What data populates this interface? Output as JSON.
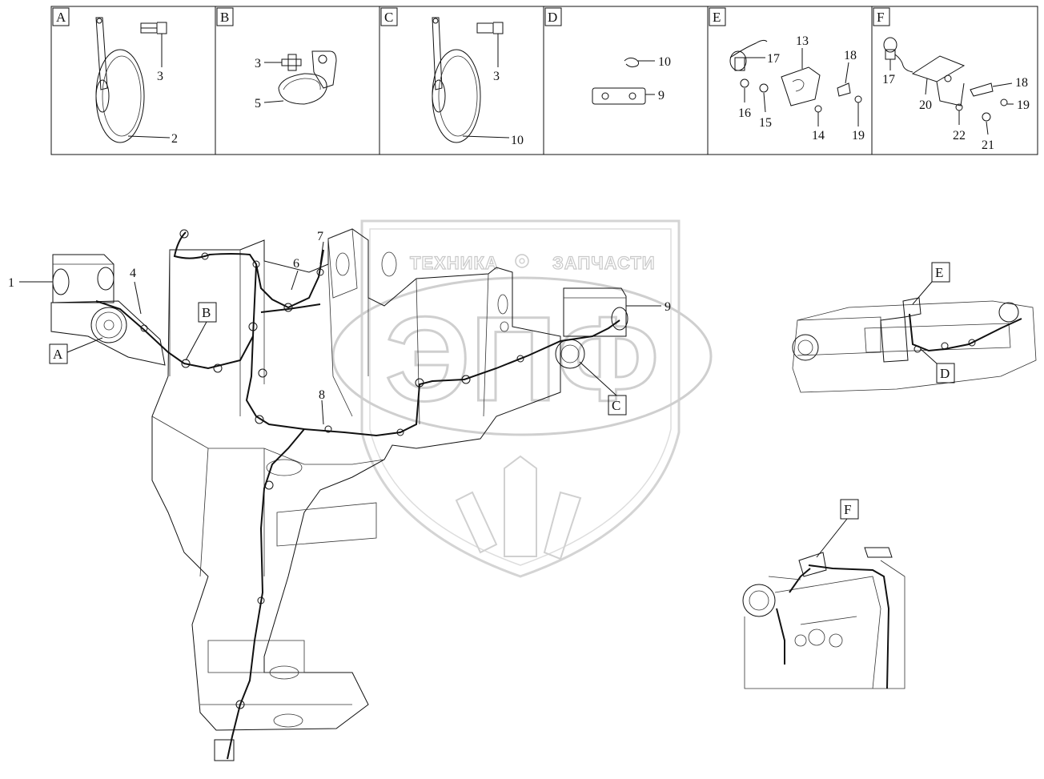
{
  "panels": [
    {
      "letter": "A",
      "callouts": [
        "3",
        "2"
      ]
    },
    {
      "letter": "B",
      "callouts": [
        "3",
        "5"
      ]
    },
    {
      "letter": "C",
      "callouts": [
        "3",
        "10"
      ]
    },
    {
      "letter": "D",
      "callouts": [
        "10",
        "9"
      ]
    },
    {
      "letter": "E",
      "callouts": [
        "13",
        "17",
        "18",
        "16",
        "15",
        "14",
        "19"
      ]
    },
    {
      "letter": "F",
      "callouts": [
        "17",
        "18",
        "20",
        "19",
        "22",
        "21"
      ]
    }
  ],
  "main_callouts": {
    "c1": "1",
    "c4": "4",
    "c6": "6",
    "c7": "7",
    "c8": "8",
    "c9": "9"
  },
  "main_boxes": {
    "a": "A",
    "b": "B",
    "c": "C",
    "d": "D",
    "e": "E",
    "f": "F"
  },
  "watermark": {
    "left": "ТЕХНИКА",
    "right": "ЗАПЧАСТИ",
    "logo": "ЭПФ"
  }
}
